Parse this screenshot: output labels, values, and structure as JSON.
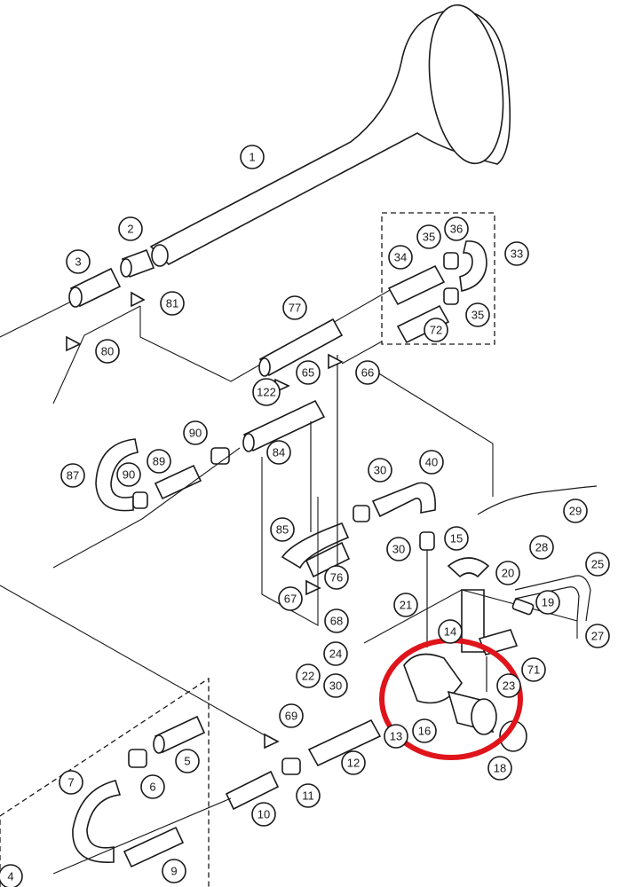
{
  "highlight_color": "#e0141b",
  "ink_color": "#1a1a1a",
  "callouts": [
    {
      "id": "1",
      "label": "1"
    },
    {
      "id": "2",
      "label": "2"
    },
    {
      "id": "3",
      "label": "3"
    },
    {
      "id": "4",
      "label": "4"
    },
    {
      "id": "5",
      "label": "5"
    },
    {
      "id": "6",
      "label": "6"
    },
    {
      "id": "7",
      "label": "7"
    },
    {
      "id": "9",
      "label": "9"
    },
    {
      "id": "10",
      "label": "10"
    },
    {
      "id": "11",
      "label": "11"
    },
    {
      "id": "12",
      "label": "12"
    },
    {
      "id": "13",
      "label": "13"
    },
    {
      "id": "14",
      "label": "14"
    },
    {
      "id": "15",
      "label": "15"
    },
    {
      "id": "16",
      "label": "16"
    },
    {
      "id": "18",
      "label": "18"
    },
    {
      "id": "19",
      "label": "19"
    },
    {
      "id": "20",
      "label": "20"
    },
    {
      "id": "21",
      "label": "21"
    },
    {
      "id": "22",
      "label": "22"
    },
    {
      "id": "23",
      "label": "23"
    },
    {
      "id": "24",
      "label": "24"
    },
    {
      "id": "25",
      "label": "25"
    },
    {
      "id": "27",
      "label": "27"
    },
    {
      "id": "28",
      "label": "28"
    },
    {
      "id": "29",
      "label": "29"
    },
    {
      "id": "30a",
      "label": "30"
    },
    {
      "id": "30b",
      "label": "30"
    },
    {
      "id": "30c",
      "label": "30"
    },
    {
      "id": "33",
      "label": "33"
    },
    {
      "id": "34",
      "label": "34"
    },
    {
      "id": "35a",
      "label": "35"
    },
    {
      "id": "35b",
      "label": "35"
    },
    {
      "id": "36",
      "label": "36"
    },
    {
      "id": "40",
      "label": "40"
    },
    {
      "id": "65",
      "label": "65"
    },
    {
      "id": "66",
      "label": "66"
    },
    {
      "id": "67",
      "label": "67"
    },
    {
      "id": "68",
      "label": "68"
    },
    {
      "id": "69",
      "label": "69"
    },
    {
      "id": "71",
      "label": "71"
    },
    {
      "id": "72",
      "label": "72"
    },
    {
      "id": "76",
      "label": "76"
    },
    {
      "id": "77",
      "label": "77"
    },
    {
      "id": "80",
      "label": "80"
    },
    {
      "id": "81",
      "label": "81"
    },
    {
      "id": "84",
      "label": "84"
    },
    {
      "id": "85",
      "label": "85"
    },
    {
      "id": "87",
      "label": "87"
    },
    {
      "id": "89",
      "label": "89"
    },
    {
      "id": "90a",
      "label": "90"
    },
    {
      "id": "90b",
      "label": "90"
    },
    {
      "id": "122",
      "label": "122"
    }
  ]
}
